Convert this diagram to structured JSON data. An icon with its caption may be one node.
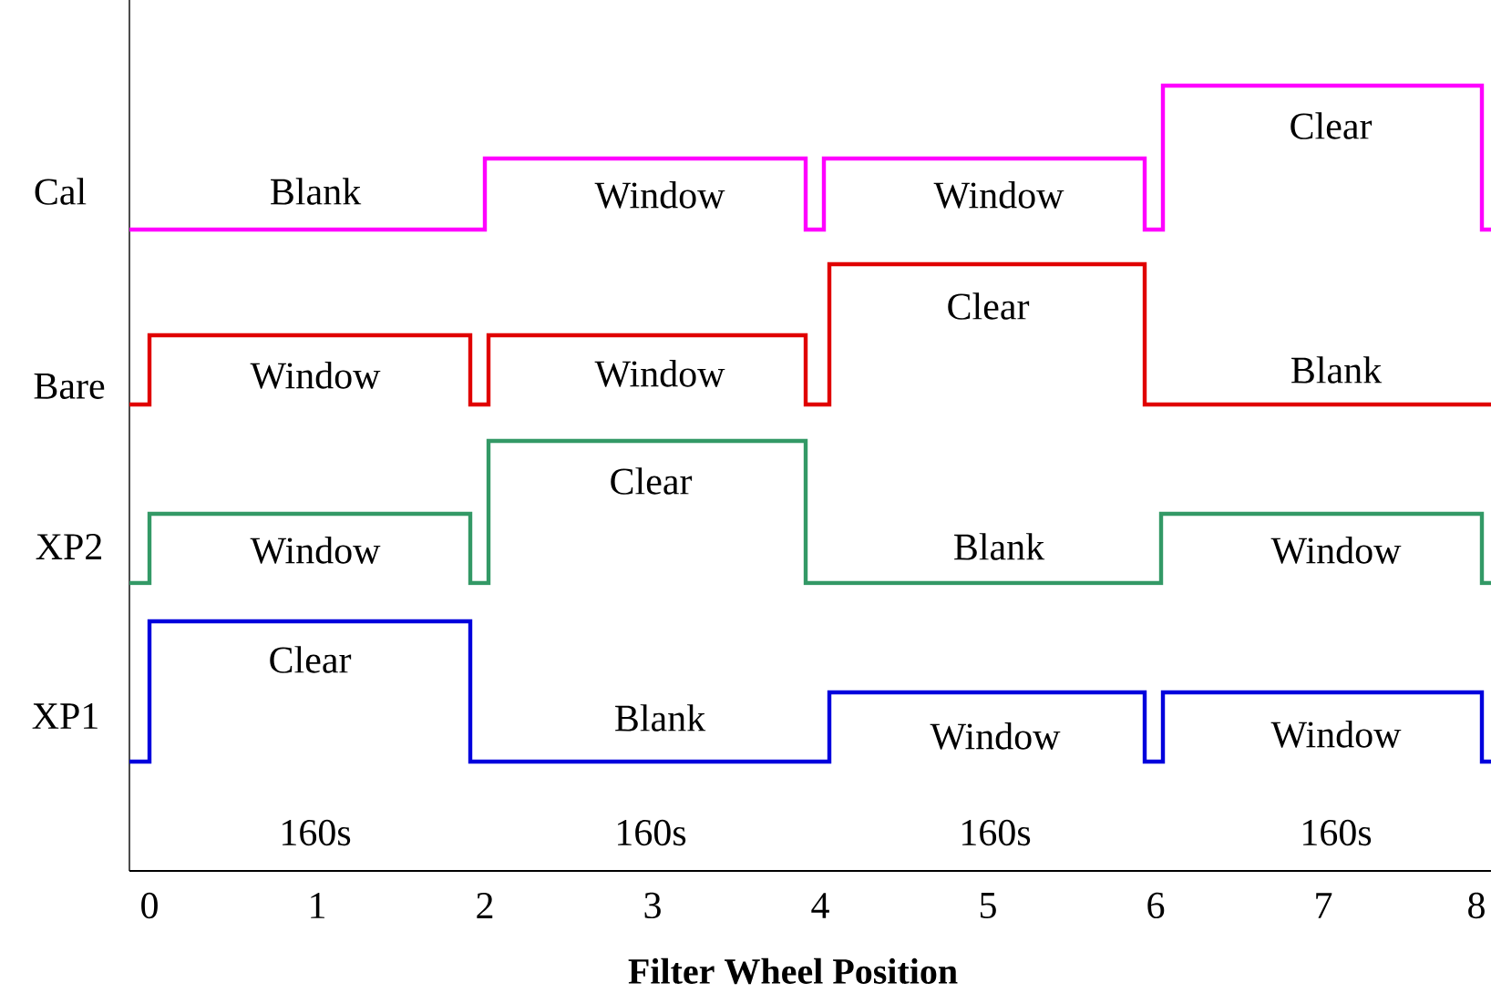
{
  "diagram": {
    "labels": [
      "Cal",
      "Blank",
      "Window",
      "Window",
      "Clear",
      "Bare",
      "Window",
      "Window",
      "Clear",
      "Blank",
      "XP2",
      "Window",
      "Clear",
      "Blank",
      "Window",
      "XP1",
      "Clear",
      "Blank",
      "Window",
      "Window",
      "160s",
      "160s",
      "160s",
      "160s",
      "0",
      "1",
      "2",
      "3",
      "4",
      "5",
      "6",
      "7",
      "8",
      "Filter Wheel Position"
    ]
  }
}
